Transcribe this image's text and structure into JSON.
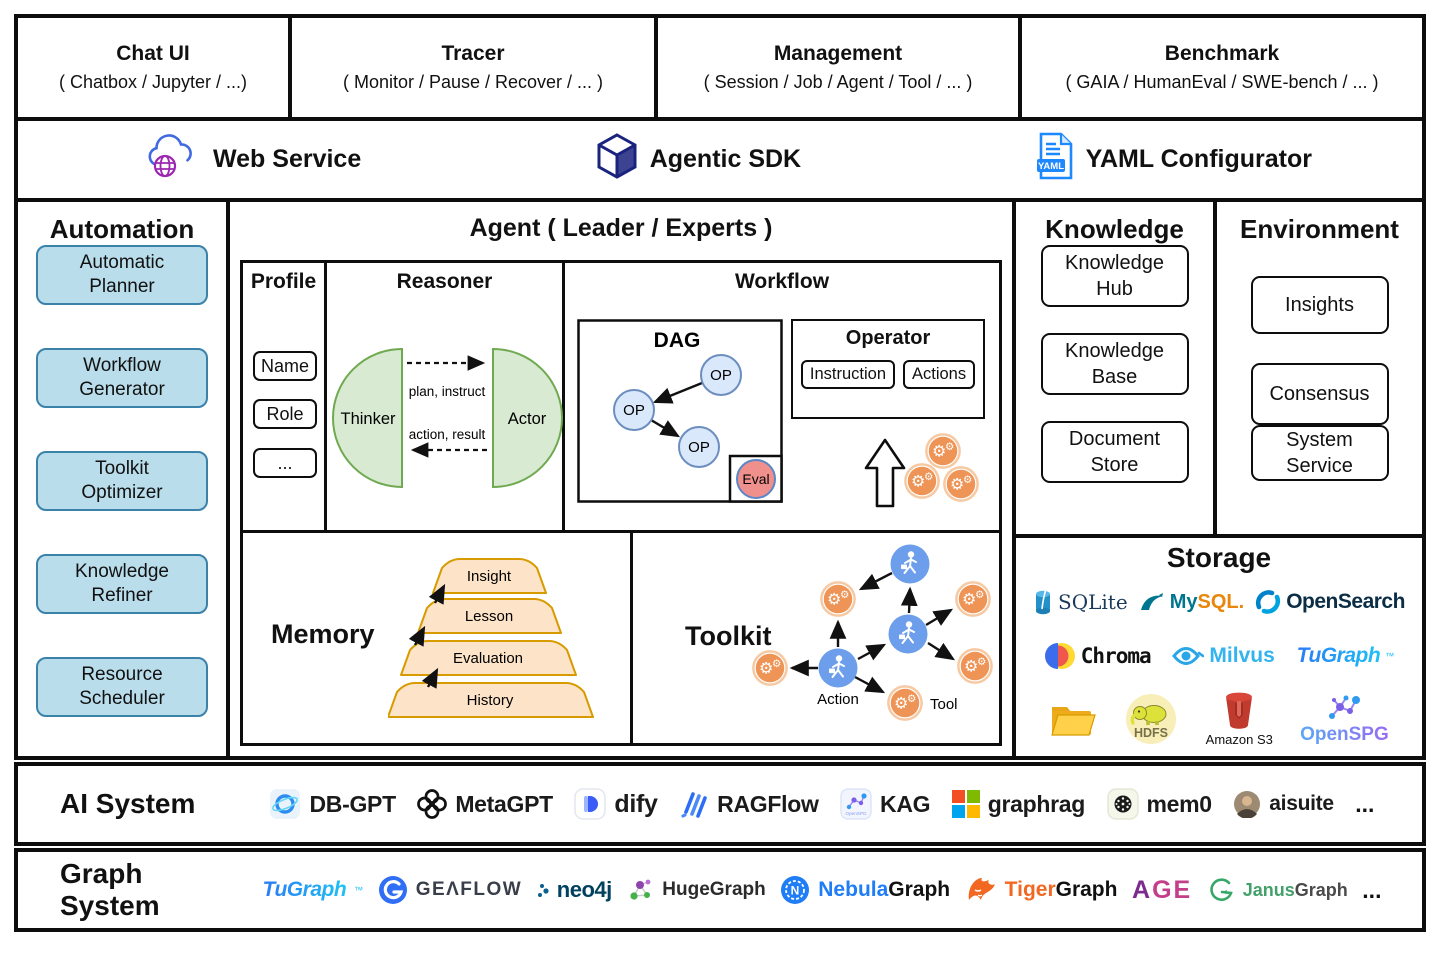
{
  "top_row": {
    "cells": [
      {
        "title": "Chat UI",
        "subtitle": "( Chatbox / Jupyter / ...)"
      },
      {
        "title": "Tracer",
        "subtitle": "( Monitor / Pause / Recover / ... )"
      },
      {
        "title": "Management",
        "subtitle": "( Session / Job / Agent / Tool / ... )"
      },
      {
        "title": "Benchmark",
        "subtitle": "( GAIA / HumanEval / SWE-bench / ... )"
      }
    ]
  },
  "service_row": {
    "items": [
      {
        "label": "Web Service",
        "icon": "cloud-globe-icon"
      },
      {
        "label": "Agentic SDK",
        "icon": "cube-icon"
      },
      {
        "label": "YAML Configurator",
        "icon": "yaml-file-icon",
        "badge": "YAML"
      }
    ]
  },
  "automation": {
    "title": "Automation",
    "items": [
      {
        "line1": "Automatic",
        "line2": "Planner"
      },
      {
        "line1": "Workflow",
        "line2": "Generator"
      },
      {
        "line1": "Toolkit",
        "line2": "Optimizer"
      },
      {
        "line1": "Knowledge",
        "line2": "Refiner"
      },
      {
        "line1": "Resource",
        "line2": "Scheduler"
      }
    ]
  },
  "agent": {
    "title": "Agent ( Leader / Experts )",
    "profile": {
      "title": "Profile",
      "fields": [
        "Name",
        "Role",
        "..."
      ]
    },
    "reasoner": {
      "title": "Reasoner",
      "thinker": "Thinker",
      "actor": "Actor",
      "arrow_top": "plan, instruct",
      "arrow_bottom": "action, result"
    },
    "workflow": {
      "title": "Workflow",
      "dag": {
        "title": "DAG",
        "node_label": "OP",
        "eval_label": "Eval"
      },
      "operator": {
        "title": "Operator",
        "buttons": [
          "Instruction",
          "Actions"
        ]
      }
    },
    "memory": {
      "title": "Memory",
      "levels": [
        "Insight",
        "Lesson",
        "Evaluation",
        "History"
      ]
    },
    "toolkit": {
      "title": "Toolkit",
      "action_label": "Action",
      "tool_label": "Tool"
    }
  },
  "knowledge": {
    "title": "Knowledge",
    "items": [
      {
        "line1": "Knowledge",
        "line2": "Hub"
      },
      {
        "line1": "Knowledge",
        "line2": "Base"
      },
      {
        "line1": "Document",
        "line2": "Store"
      }
    ]
  },
  "environment": {
    "title": "Environment",
    "items": [
      {
        "line1": "Insights",
        "line2": ""
      },
      {
        "line1": "Consensus",
        "line2": ""
      },
      {
        "line1": "System",
        "line2": "Service"
      }
    ]
  },
  "storage": {
    "title": "Storage",
    "row1": [
      {
        "name": "SQLite"
      },
      {
        "name": "MySQL",
        "part1": "My",
        "part2": "SQL."
      },
      {
        "name": "OpenSearch"
      }
    ],
    "row2": [
      {
        "name": "Chroma"
      },
      {
        "name": "Milvus"
      },
      {
        "name": "TuGraph",
        "tm": "™"
      }
    ],
    "row3": [
      {
        "name": "HDFS"
      },
      {
        "name": "Amazon S3"
      },
      {
        "name": "OpenSPG"
      }
    ]
  },
  "ai_system": {
    "title": "AI System",
    "logos": [
      {
        "name": "DB-GPT"
      },
      {
        "name": "MetaGPT"
      },
      {
        "name": "dify"
      },
      {
        "name": "RAGFlow"
      },
      {
        "name": "KAG"
      },
      {
        "name": "graphrag"
      },
      {
        "name": "mem0"
      },
      {
        "name": "aisuite"
      }
    ],
    "more": "..."
  },
  "graph_system": {
    "title": "Graph System",
    "logos": [
      {
        "name": "TuGraph",
        "tm": "™"
      },
      {
        "name": "GEΛFLOW"
      },
      {
        "name": "neo4j"
      },
      {
        "name": "HugeGraph"
      },
      {
        "name": "NebulaGraph",
        "part1": "Nebula",
        "part2": "Graph"
      },
      {
        "name": "TigerGraph",
        "part1": "Tiger",
        "part2": "Graph"
      },
      {
        "name": "AGE",
        "part1": "A",
        "part2": "GE"
      },
      {
        "name": "JanusGraph",
        "part1": "Janus",
        "part2": "Graph"
      }
    ],
    "more": "..."
  },
  "colors": {
    "border_black": "#0d0d0d",
    "automation_box_fill": "#b9ddeb",
    "automation_box_border": "#3b82ab",
    "reasoner_green_fill": "#d9ead3",
    "reasoner_green_border": "#6faa51",
    "dag_node_fill": "#dae8fc",
    "dag_node_border": "#6c8ebf",
    "eval_fill": "#f0908d",
    "memory_fill": "#fde4c8",
    "memory_border": "#d79b00",
    "tool_orange": "#ed9456",
    "action_blue": "#6d9eeb",
    "web_service_blue": "#4169e1",
    "globe_purple": "#9c27b0",
    "sdk_navy": "#1a237e",
    "yaml_blue": "#1e88ff"
  }
}
